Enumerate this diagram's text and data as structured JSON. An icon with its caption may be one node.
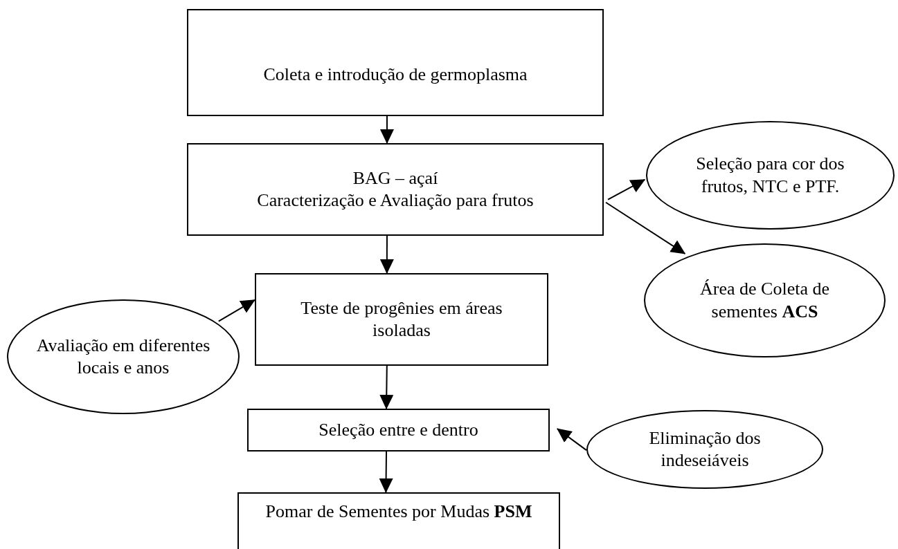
{
  "diagram": {
    "nodes": [
      {
        "text": [
          "Coleta e introdução de germoplasma"
        ]
      },
      {
        "text": [
          "BAG – açaí",
          "Caracterização e Avaliação para frutos"
        ]
      },
      {
        "text": [
          "Seleção para cor dos frutos, NTC e PTF."
        ]
      },
      {
        "text": [
          "Área de Coleta de sementes **ACS**"
        ]
      },
      {
        "text": [
          "Teste de progênies em áreas isoladas"
        ]
      },
      {
        "text": [
          "Avaliação em diferentes locais e anos"
        ]
      },
      {
        "text": [
          "Seleção entre e dentro"
        ]
      },
      {
        "text": [
          "Eliminação dos indeseiáveis"
        ]
      },
      {
        "text": [
          "Pomar de Sementes por Mudas **PSM**"
        ]
      }
    ],
    "edges": [
      {
        "from": 0,
        "to": 1,
        "arrow": "to"
      },
      {
        "from": 1,
        "to": 2,
        "arrow": "to"
      },
      {
        "from": 1,
        "to": 3,
        "arrow": "to"
      },
      {
        "from": 1,
        "to": 4,
        "arrow": "to"
      },
      {
        "from": 5,
        "to": 4,
        "arrow": "to"
      },
      {
        "from": 4,
        "to": 6,
        "arrow": "to"
      },
      {
        "from": 7,
        "to": 6,
        "arrow": "to"
      },
      {
        "from": 6,
        "to": 8,
        "arrow": "to"
      }
    ]
  }
}
